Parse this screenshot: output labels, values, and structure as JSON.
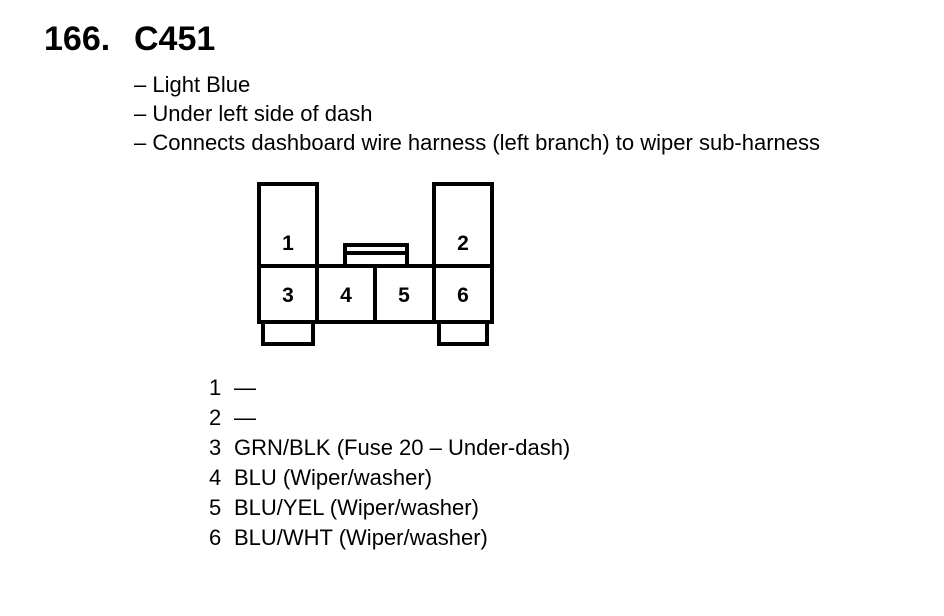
{
  "heading": {
    "number": "166.",
    "title": "C451"
  },
  "notes": [
    "– Light Blue",
    "– Under left side of dash",
    "– Connects dashboard wire harness (left branch) to wiper sub-harness"
  ],
  "connector": {
    "pins": [
      "1",
      "2",
      "3",
      "4",
      "5",
      "6"
    ]
  },
  "pin_list": [
    {
      "pin": "1",
      "desc": "—"
    },
    {
      "pin": "2",
      "desc": "—"
    },
    {
      "pin": "3",
      "desc": "GRN/BLK (Fuse 20 – Under-dash)"
    },
    {
      "pin": "4",
      "desc": "BLU (Wiper/washer)"
    },
    {
      "pin": "5",
      "desc": "BLU/YEL (Wiper/washer)"
    },
    {
      "pin": "6",
      "desc": "BLU/WHT (Wiper/washer)"
    }
  ],
  "colors": {
    "ink": "#000000",
    "background": "#ffffff"
  }
}
